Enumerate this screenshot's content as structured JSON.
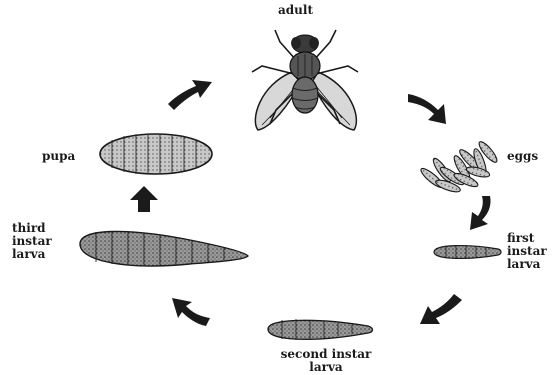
{
  "title": "",
  "stages": [
    {
      "id": "adult",
      "label": "adult"
    },
    {
      "id": "eggs",
      "label": "eggs"
    },
    {
      "id": "first-instar",
      "label": "first\ninstar\nlarva"
    },
    {
      "id": "second-instar",
      "label": "second  instar\nlarva"
    },
    {
      "id": "third-instar",
      "label": "third\ninstar\nlarva"
    },
    {
      "id": "pupa",
      "label": "pupa"
    }
  ],
  "cycle_direction": "clockwise",
  "colors": {
    "ink": "#1a1a1a",
    "background": "#ffffff"
  }
}
